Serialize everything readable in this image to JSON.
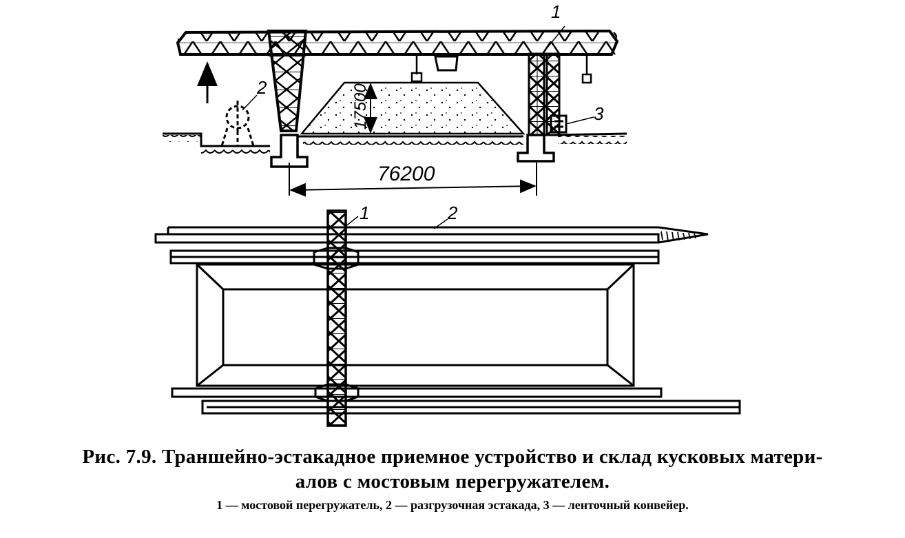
{
  "figure": {
    "labels": {
      "side_1": "1",
      "side_2": "2",
      "side_3": "3",
      "plan_1": "1",
      "plan_2": "2"
    },
    "dimensions": {
      "span": "76200",
      "height": "17500"
    }
  },
  "caption": {
    "line1": "Рис. 7.9. Траншейно-эстакадное приемное устройство и склад кусковых матери-",
    "line2": "алов с мостовым перегружателем.",
    "legend": "1 — мостовой перегружатель, 2 — разгрузочная эстакада, 3 — ленточный конвейер."
  }
}
